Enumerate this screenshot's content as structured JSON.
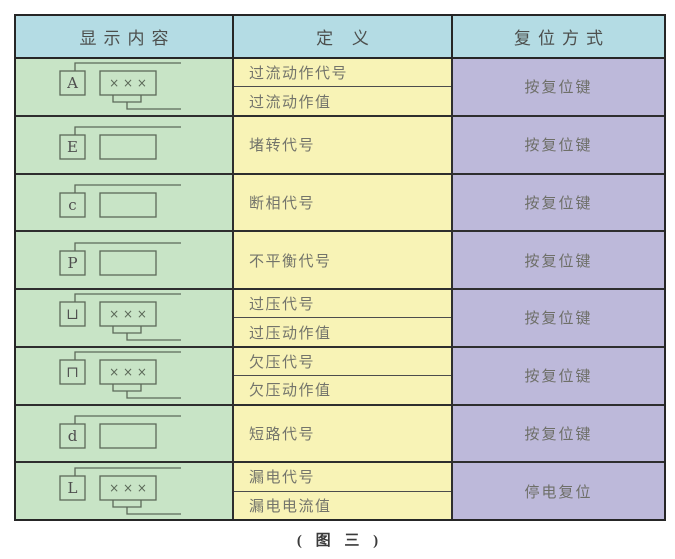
{
  "colors": {
    "header_bg": "#b4dce4",
    "col1_bg": "#c8e4c6",
    "col2_bg": "#f8f3b6",
    "col3_bg": "#bdb9da",
    "border_dark": "#2e2e2e",
    "diagram_stroke": "#5c6959"
  },
  "table": {
    "headers": [
      {
        "label": "显示内容"
      },
      {
        "label": "定 义"
      },
      {
        "label": "复位方式"
      }
    ],
    "rows": [
      {
        "display": {
          "glyph": "A",
          "value": "×××",
          "connector": true
        },
        "definitions": [
          "过流动作代号",
          "过流动作值"
        ],
        "reset": "按复位键"
      },
      {
        "display": {
          "glyph": "E",
          "value": "",
          "connector": false
        },
        "definitions": [
          "堵转代号"
        ],
        "reset": "按复位键"
      },
      {
        "display": {
          "glyph": "c",
          "value": "",
          "connector": false
        },
        "definitions": [
          "断相代号"
        ],
        "reset": "按复位键"
      },
      {
        "display": {
          "glyph": "P",
          "value": "",
          "connector": false
        },
        "definitions": [
          "不平衡代号"
        ],
        "reset": "按复位键"
      },
      {
        "display": {
          "glyph": "⊔",
          "value": "×××",
          "connector": true
        },
        "definitions": [
          "过压代号",
          "过压动作值"
        ],
        "reset": "按复位键"
      },
      {
        "display": {
          "glyph": "⊓",
          "value": "×××",
          "connector": true
        },
        "definitions": [
          "欠压代号",
          "欠压动作值"
        ],
        "reset": "按复位键"
      },
      {
        "display": {
          "glyph": "d",
          "value": "",
          "connector": false
        },
        "definitions": [
          "短路代号"
        ],
        "reset": "按复位键"
      },
      {
        "display": {
          "glyph": "L",
          "value": "×××",
          "connector": true
        },
        "definitions": [
          "漏电代号",
          "漏电电流值"
        ],
        "reset": "停电复位"
      }
    ]
  },
  "caption": "( 图 三 )"
}
